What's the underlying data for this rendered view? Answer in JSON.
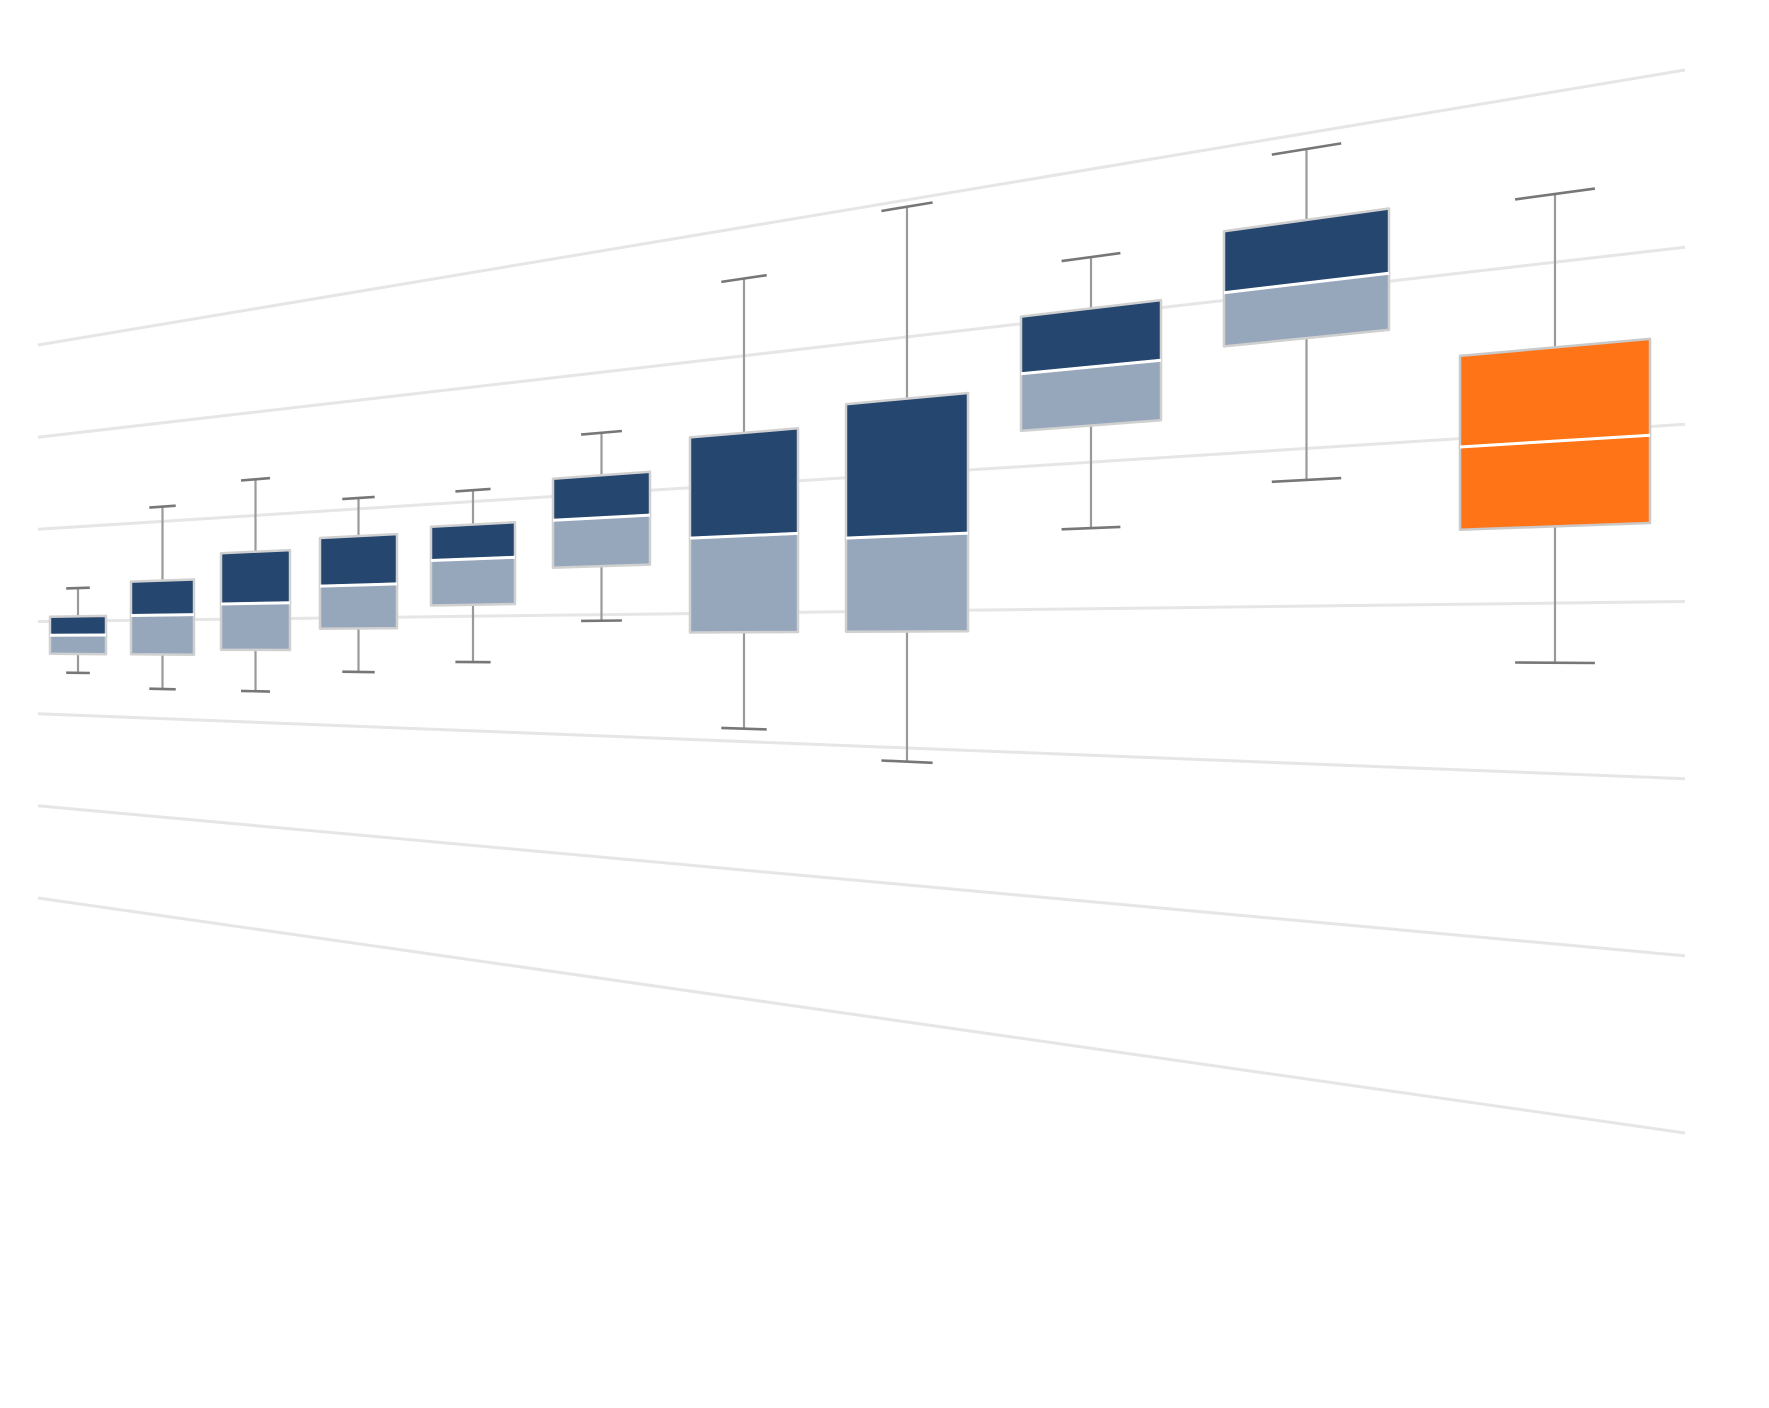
{
  "chart_data": {
    "type": "box",
    "title": "",
    "xlabel": "",
    "ylabel": "",
    "ylim": [
      0,
      12
    ],
    "grid": true,
    "legend": "none",
    "categories": [
      "",
      "",
      "",
      "",
      "",
      "",
      "",
      "",
      "",
      "",
      ""
    ],
    "boxes": [
      {
        "whisker_low": 4.9,
        "q1": 5.3,
        "median": 5.7,
        "q3": 6.1,
        "whisker_high": 6.7,
        "highlight": false
      },
      {
        "whisker_low": 4.6,
        "q1": 5.3,
        "median": 6.1,
        "q3": 6.8,
        "whisker_high": 8.3,
        "highlight": false
      },
      {
        "whisker_low": 4.6,
        "q1": 5.4,
        "median": 6.3,
        "q3": 7.3,
        "whisker_high": 8.7,
        "highlight": false
      },
      {
        "whisker_low": 5.0,
        "q1": 5.8,
        "median": 6.6,
        "q3": 7.5,
        "whisker_high": 8.2,
        "highlight": false
      },
      {
        "whisker_low": 5.2,
        "q1": 6.2,
        "median": 7.0,
        "q3": 7.6,
        "whisker_high": 8.2,
        "highlight": false
      },
      {
        "whisker_low": 5.9,
        "q1": 6.8,
        "median": 7.6,
        "q3": 8.3,
        "whisker_high": 9.0,
        "highlight": false
      },
      {
        "whisker_low": 4.2,
        "q1": 5.7,
        "median": 7.2,
        "q3": 8.8,
        "whisker_high": 11.2,
        "highlight": false
      },
      {
        "whisker_low": 3.8,
        "q1": 5.7,
        "median": 7.1,
        "q3": 9.1,
        "whisker_high": 11.9,
        "highlight": false
      },
      {
        "whisker_low": 7.1,
        "q1": 8.5,
        "median": 9.3,
        "q3": 10.1,
        "whisker_high": 10.8,
        "highlight": false
      },
      {
        "whisker_low": 7.6,
        "q1": 9.4,
        "median": 10.1,
        "q3": 10.9,
        "whisker_high": 11.8,
        "highlight": false
      },
      {
        "whisker_low": 5.3,
        "q1": 6.9,
        "median": 7.9,
        "q3": 9.0,
        "whisker_high": 10.8,
        "highlight": true
      }
    ],
    "colors": {
      "upper_box": "#24466f",
      "lower_box": "#96a7bc",
      "highlight_box": "#ff7417",
      "box_outline": "#d0d0d0",
      "whisker": "#9a9a9a",
      "whisker_cap": "#777777",
      "gridline": "#e6e6e6"
    }
  }
}
